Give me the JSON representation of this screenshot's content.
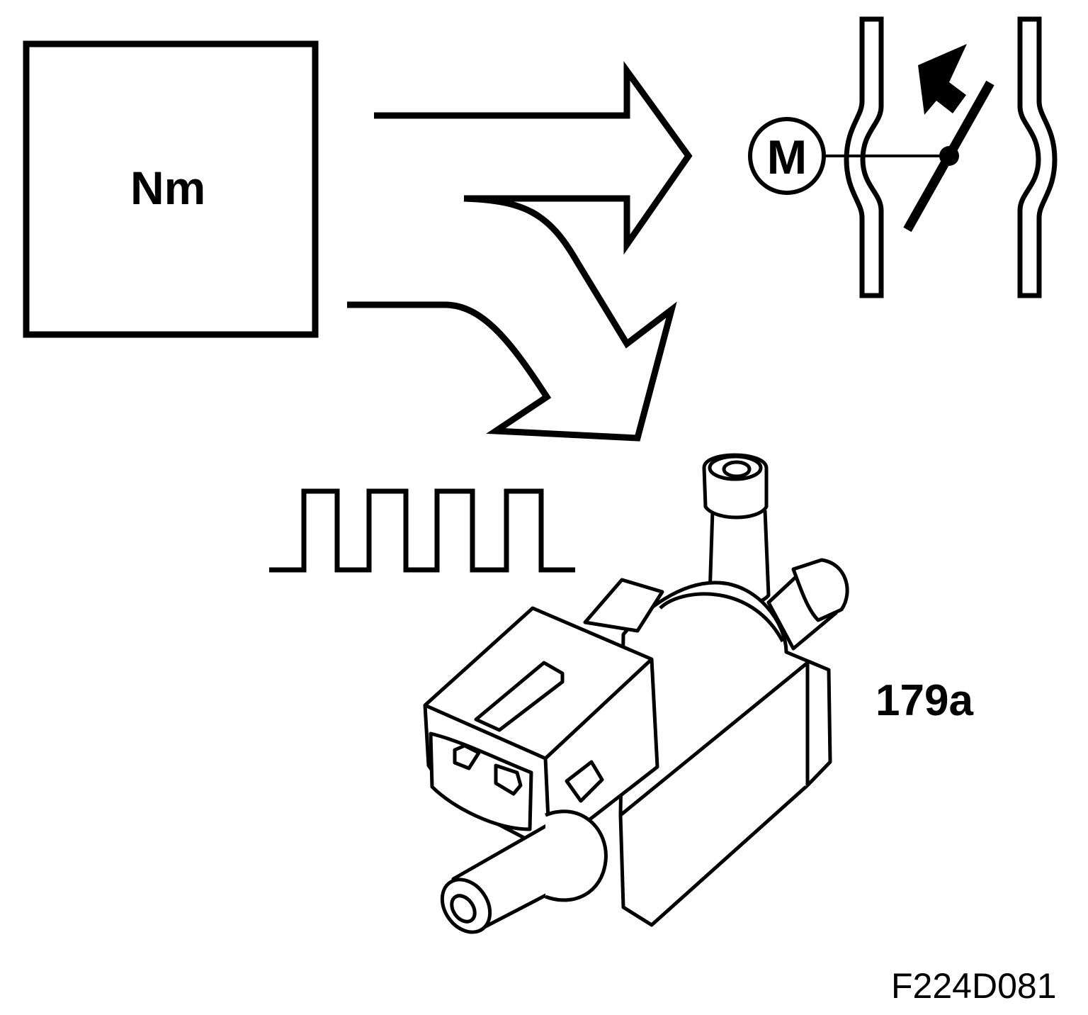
{
  "torque_box": {
    "label": "Nm"
  },
  "throttle": {
    "motor_label": "M"
  },
  "valve": {
    "part_number": "179a"
  },
  "figure": {
    "id": "F224D081"
  },
  "colors": {
    "line": "#000000",
    "background": "#ffffff"
  }
}
